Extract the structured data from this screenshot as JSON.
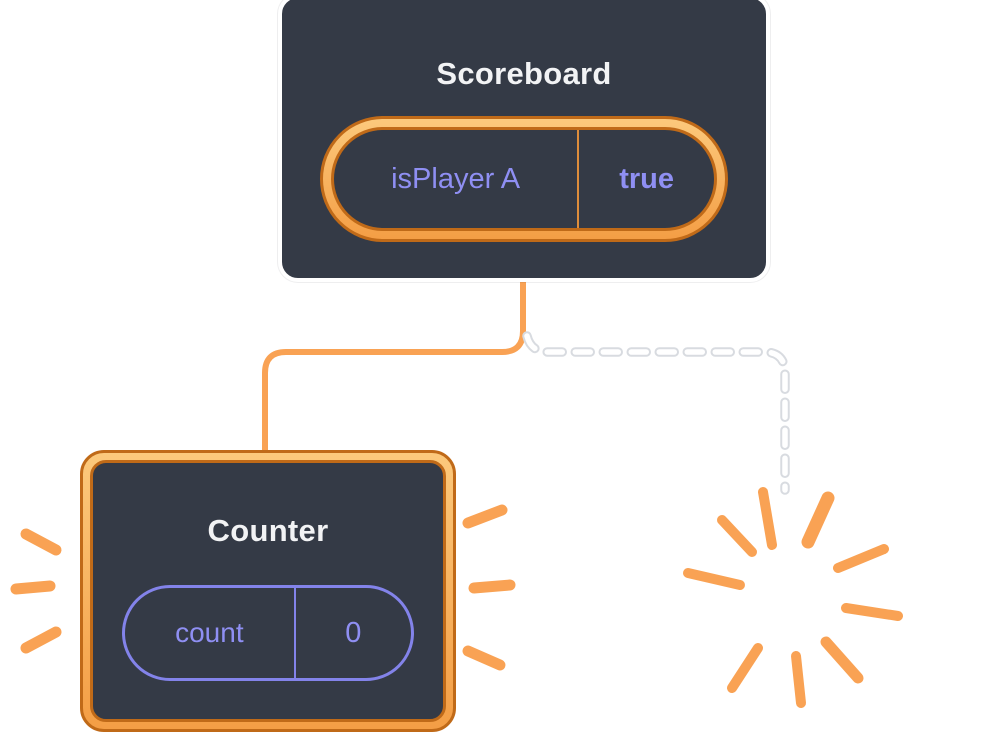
{
  "scoreboard_card": {
    "title": "Scoreboard",
    "state_pill": {
      "name": "isPlayer A",
      "value": "true"
    }
  },
  "counter_card": {
    "title": "Counter",
    "state_pill": {
      "name": "count",
      "value": "0"
    }
  },
  "icons": {
    "sparkle": "sparkle-icon",
    "poof": "poof-burst-icon",
    "emphasis": "emphasis-rays"
  },
  "colors": {
    "card_background": "#343A46",
    "card_title_text": "#F2F3F5",
    "highlight_orange": "#F9A254",
    "highlight_orange_dark": "#C06A18",
    "state_purple": "#8F8FF3",
    "dashed_line": "#FFFFFF",
    "dashed_line_outline": "#D8DBE0"
  }
}
